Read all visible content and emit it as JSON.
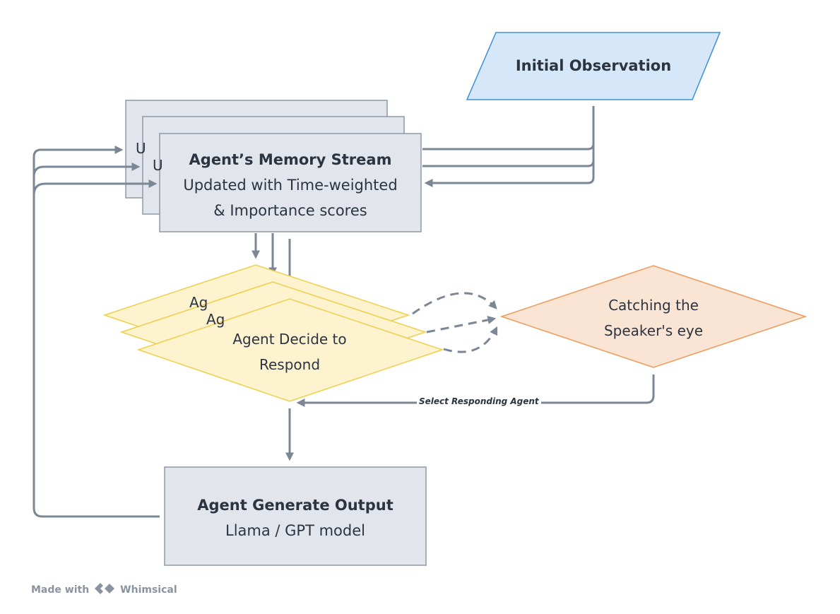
{
  "nodes": {
    "initial_observation": {
      "label": "Initial Observation"
    },
    "memory_stream": {
      "title": "Agent’s Memory Stream",
      "line1": "Updated with Time-weighted",
      "line2": "& Importance scores",
      "behind_fragment": "U"
    },
    "decide": {
      "line1": "Agent Decide to",
      "line2": "Respond",
      "behind_fragment_1": "Ag",
      "behind_fragment_2": "Ag"
    },
    "speaker_eye": {
      "line1": "Catching the",
      "line2": "Speaker's eye"
    },
    "generate_output": {
      "title": "Agent Generate Output",
      "subtitle": "Llama / GPT model"
    }
  },
  "edges": {
    "select_label": "Select Responding Agent"
  },
  "footer": {
    "made_with": "Made with",
    "brand": "Whimsical"
  },
  "colors": {
    "line": "#7b8794",
    "memory_fill": "#e2e6ec",
    "memory_stroke": "#8d98a6",
    "observation_fill": "#d5e7f8",
    "observation_stroke": "#3d8fd8",
    "decide_fill": "#fdf3cf",
    "decide_stroke": "#f0cf4a",
    "eye_fill": "#fae4d3",
    "eye_stroke": "#ee9a5a"
  }
}
